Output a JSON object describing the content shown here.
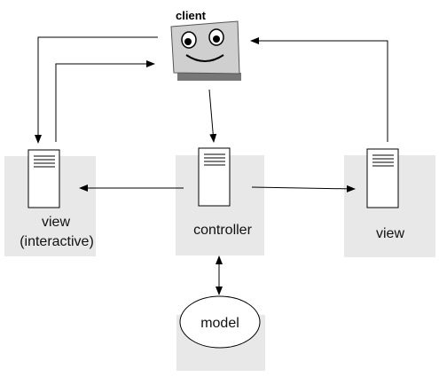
{
  "diagram": {
    "client_label": "client",
    "view_left_line1": "view",
    "view_left_line2": "(interactive)",
    "controller_label": "controller",
    "view_right_label": "view",
    "model_label": "model"
  },
  "colors": {
    "panel": "#e8e8e8",
    "face": "#cfcfcf",
    "face_base": "#777777",
    "stroke": "#000000",
    "document": "#ffffff"
  },
  "icons": [
    "client-face-icon",
    "document-icon",
    "model-ellipse"
  ]
}
